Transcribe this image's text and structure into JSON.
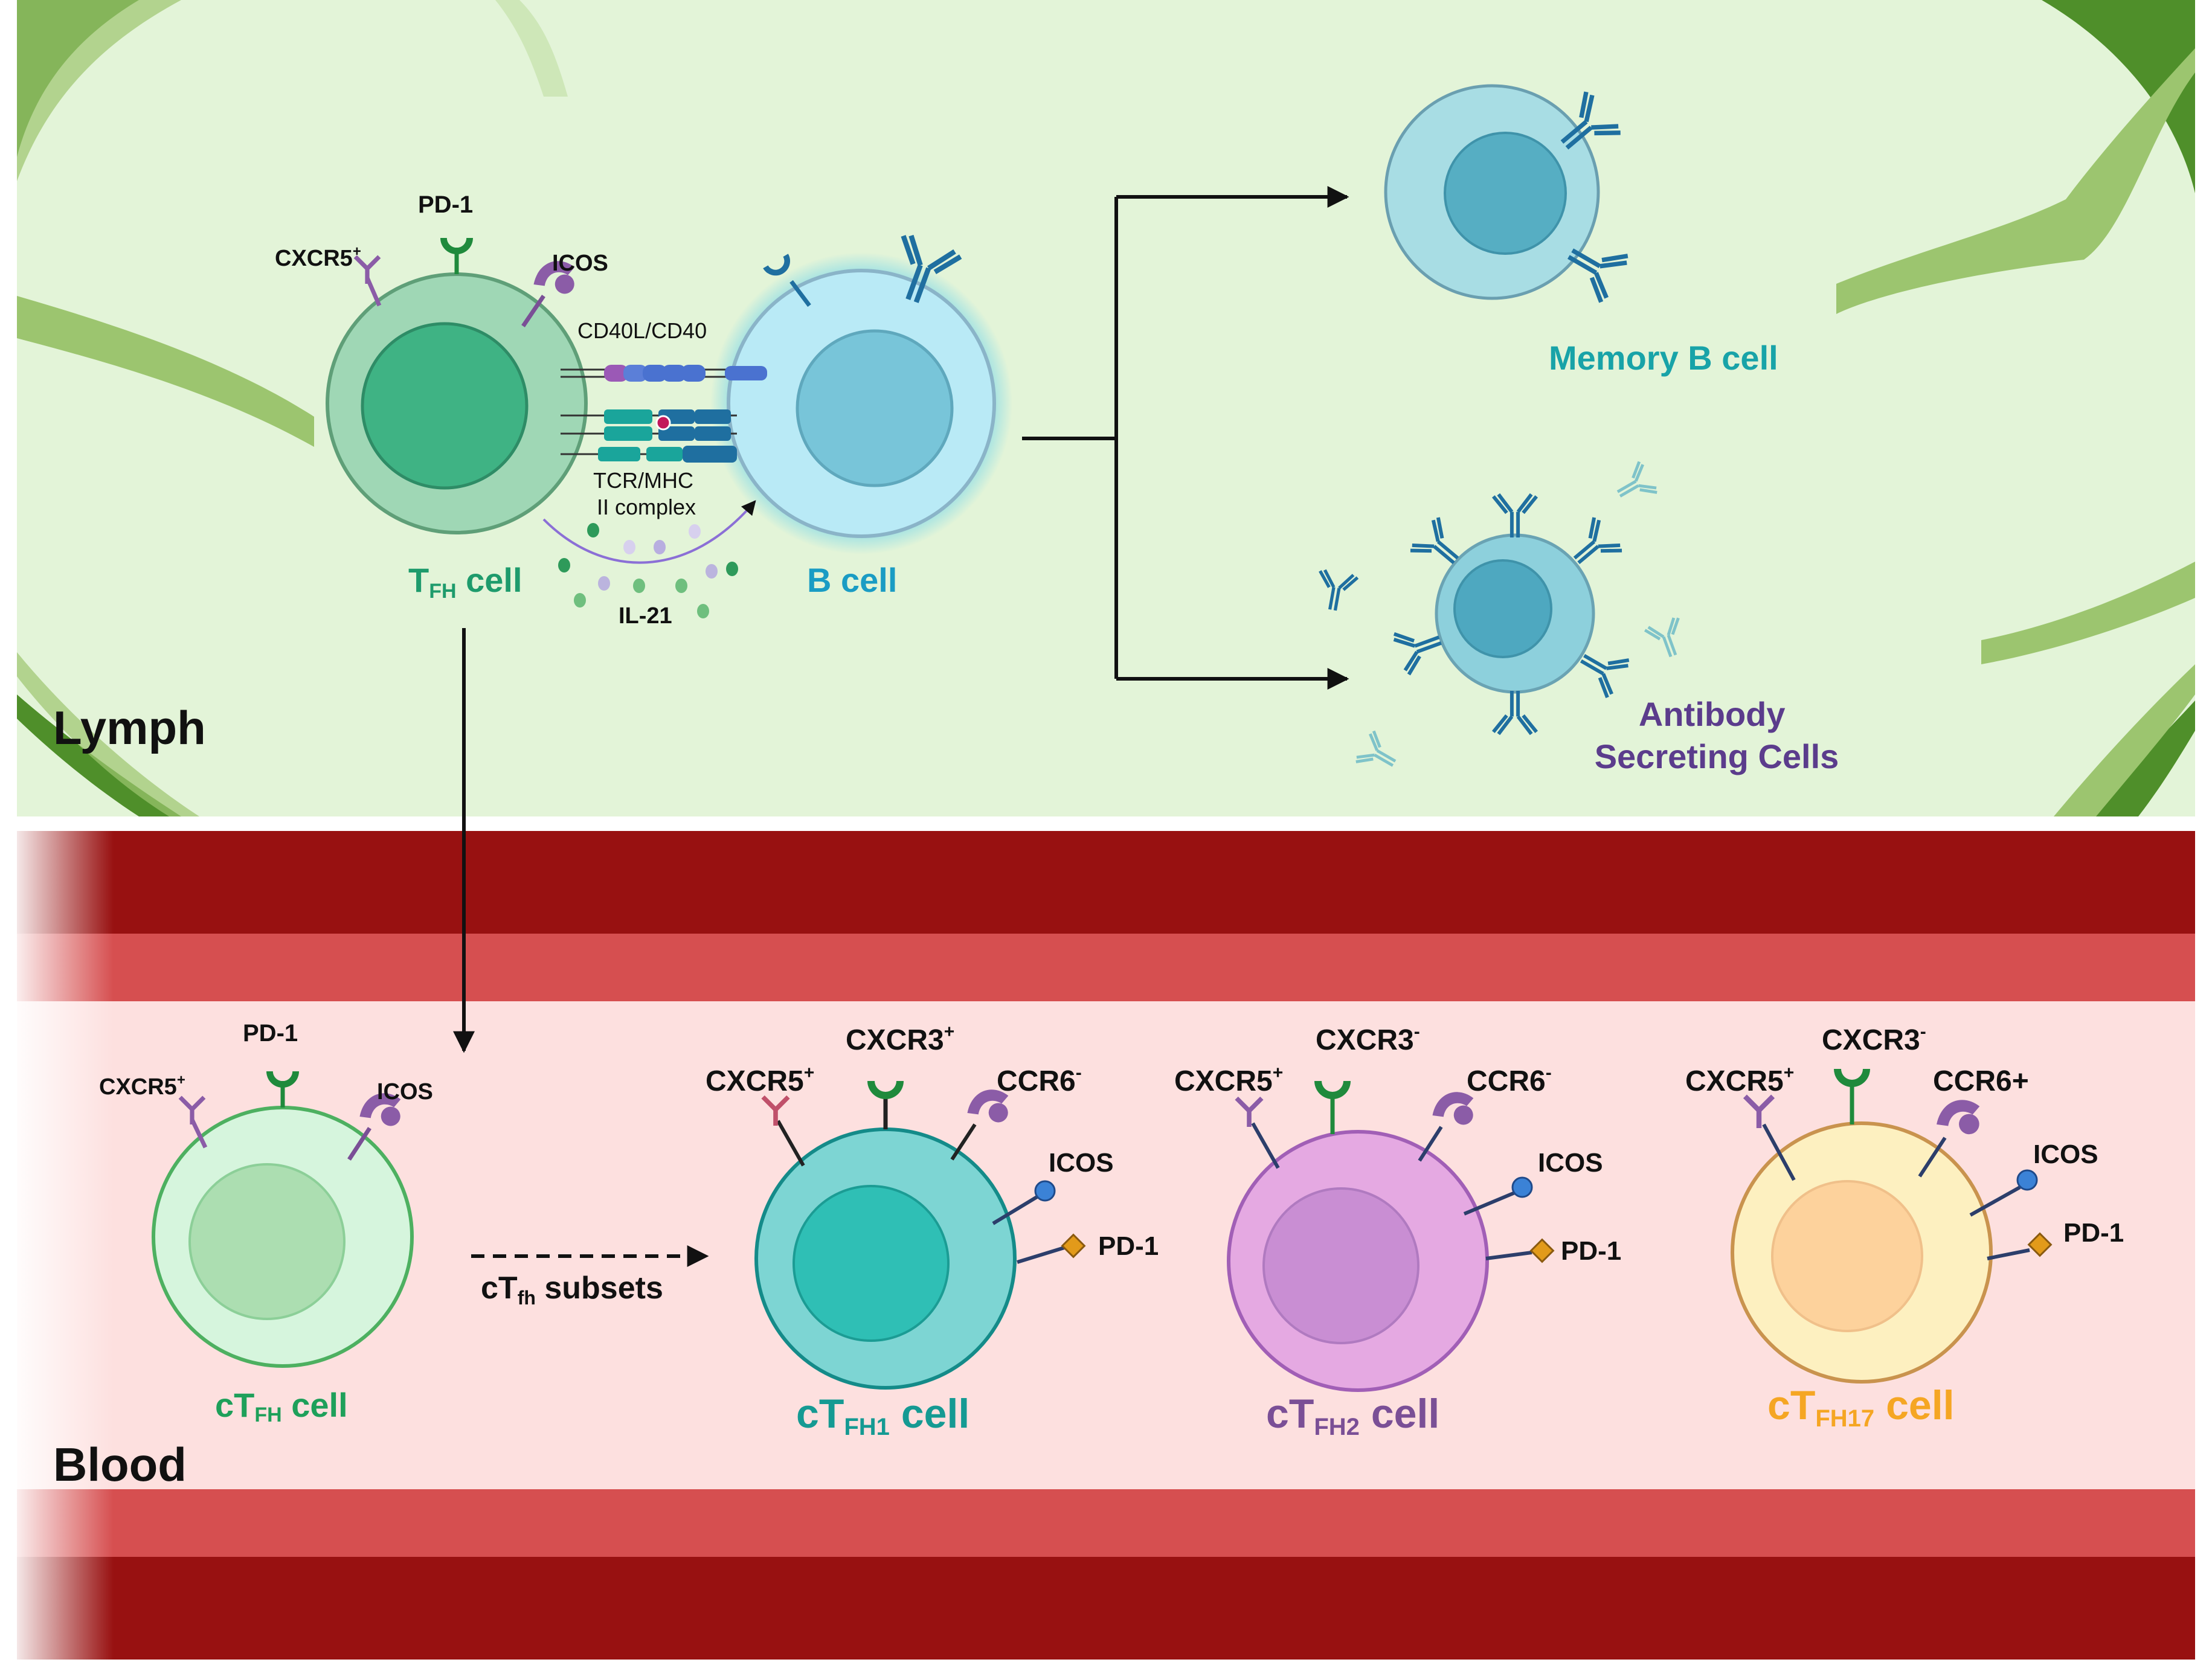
{
  "panels": {
    "lymph_label": "Lymph",
    "blood_label": "Blood"
  },
  "lymph": {
    "tfh": {
      "markers": {
        "cxcr5": "CXCR5",
        "cxcr5_sup": "+",
        "pd1": "PD-1",
        "icos": "ICOS"
      },
      "label_main": "T",
      "label_sub": "FH",
      "label_suffix": " cell"
    },
    "interaction": {
      "cd40": "CD40L/CD40",
      "tcr_line1": "TCR/MHC",
      "tcr_line2": "II complex",
      "il21": "IL-21"
    },
    "bcell_label": "B cell",
    "memory_label": "Memory B cell",
    "asc_line1": "Antibody",
    "asc_line2": "Secreting Cells"
  },
  "blood": {
    "ctfh": {
      "markers": {
        "cxcr5": "CXCR5",
        "cxcr5_sup": "+",
        "pd1": "PD-1",
        "icos": "ICOS"
      },
      "label_prefix": "cT",
      "label_sub": "FH",
      "label_suffix": " cell"
    },
    "subsets_arrow": {
      "prefix": "cT",
      "sub": "fh",
      "suffix": " subsets"
    },
    "subsets": [
      {
        "cxcr5": "CXCR5",
        "cxcr5_sup": "+",
        "cxcr3": "CXCR3",
        "cxcr3_sup": "+",
        "ccr6": "CCR6",
        "ccr6_sup": "-",
        "icos": "ICOS",
        "pd1": "PD-1",
        "label_prefix": "cT",
        "label_sub": "FH1",
        "label_suffix": " cell"
      },
      {
        "cxcr5": "CXCR5",
        "cxcr5_sup": "+",
        "cxcr3": "CXCR3",
        "cxcr3_sup": "-",
        "ccr6": "CCR6",
        "ccr6_sup": "-",
        "icos": "ICOS",
        "pd1": "PD-1",
        "label_prefix": "cT",
        "label_sub": "FH2",
        "label_suffix": " cell"
      },
      {
        "cxcr5": "CXCR5",
        "cxcr5_sup": "+",
        "cxcr3": "CXCR3",
        "cxcr3_sup": "-",
        "ccr6": "CCR6+",
        "ccr6_sup": "",
        "icos": "ICOS",
        "pd1": "PD-1",
        "label_prefix": "cT",
        "label_sub": "FH17",
        "label_suffix": " cell"
      }
    ]
  },
  "colors": {
    "lymph_bg": "#e3f4d8",
    "lymph_vessel": "#9cc56f",
    "lymph_vessel_dark": "#4f8f2a",
    "blood_dark": "#981111",
    "blood_mid": "#d64f50",
    "blood_light": "#fde0df",
    "tfh_label": "#1e9b6c",
    "bcell_label": "#1a9cc4",
    "memory_label": "#18a3a8",
    "asc_label": "#5b3c8c",
    "ctfh1_label": "#159a93",
    "ctfh2_label": "#7a4f96",
    "ctfh17_label": "#f5a623",
    "ctfh_label": "#1ea05a"
  }
}
